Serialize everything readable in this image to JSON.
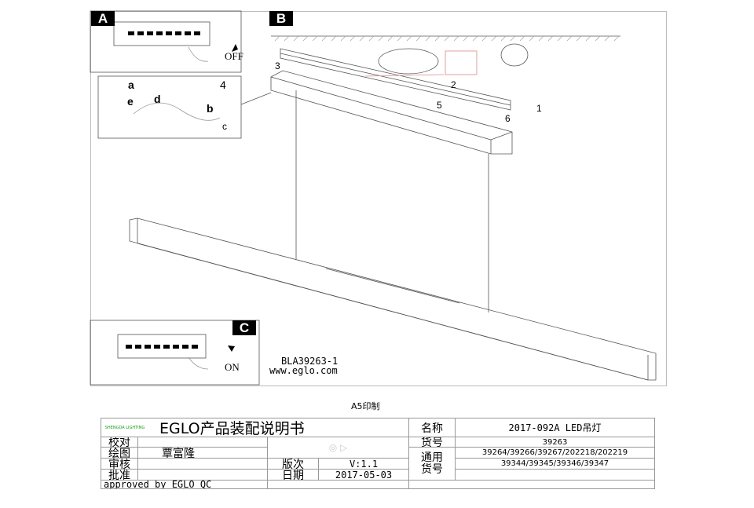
{
  "panels": {
    "a_label": "A",
    "b_label": "B",
    "c_label": "C"
  },
  "panel_a": {
    "switch_text": "OFF"
  },
  "detail": {
    "callouts": [
      "a",
      "b",
      "c",
      "d",
      "e",
      "4"
    ]
  },
  "panel_b": {
    "steps": [
      "1",
      "2",
      "3",
      "4",
      "5",
      "6"
    ]
  },
  "panel_c": {
    "switch_text": "ON"
  },
  "product_code": "BLA39263-1",
  "website": "www.eglo.com",
  "print_size": "A5印制",
  "title_block": {
    "logo_text": "SHENGDA LIGHTING",
    "title": "EGLO产品装配说明书",
    "name_label": "名称",
    "name_value": "2017-092A LED吊灯",
    "item_no_label": "货号",
    "item_no_value": "39263",
    "check_label": "校对",
    "drawing_label": "绘图",
    "drawing_value": "覃富隆",
    "review_label": "审核",
    "approve_label": "批准",
    "version_label": "版次",
    "version_value": "V:1.1",
    "date_label": "日期",
    "date_value": "2017-05-03",
    "common_label_1": "通用",
    "common_label_2": "货号",
    "common_values_1": "39264/39266/39267/202218/202219",
    "common_values_2": "39344/39345/39346/39347",
    "approved_by": "approved by EGLO QC"
  }
}
